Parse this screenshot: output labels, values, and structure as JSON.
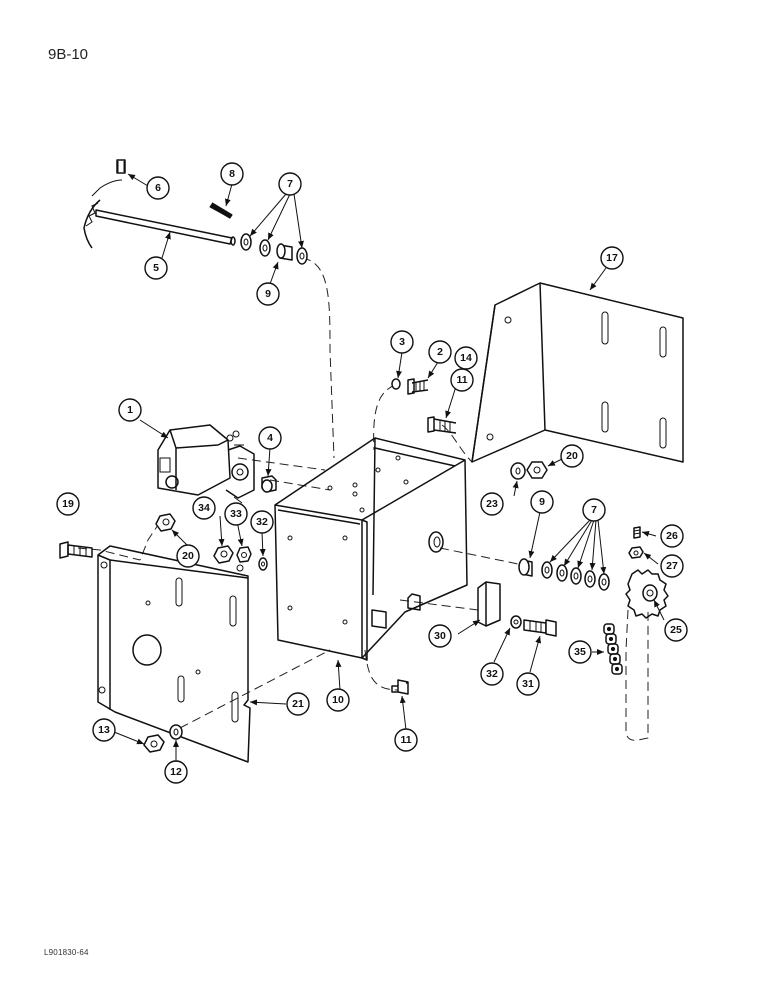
{
  "page": {
    "label": "9B-10",
    "figure_code": "L901830-64"
  },
  "callouts": [
    {
      "id": "c1",
      "num": "1"
    },
    {
      "id": "c2",
      "num": "2"
    },
    {
      "id": "c3",
      "num": "3"
    },
    {
      "id": "c4",
      "num": "4"
    },
    {
      "id": "c5",
      "num": "5"
    },
    {
      "id": "c6",
      "num": "6"
    },
    {
      "id": "c7a",
      "num": "7"
    },
    {
      "id": "c7b",
      "num": "7"
    },
    {
      "id": "c8",
      "num": "8"
    },
    {
      "id": "c9a",
      "num": "9"
    },
    {
      "id": "c9b",
      "num": "9"
    },
    {
      "id": "c10",
      "num": "10"
    },
    {
      "id": "c11a",
      "num": "11"
    },
    {
      "id": "c11b",
      "num": "11"
    },
    {
      "id": "c12",
      "num": "12"
    },
    {
      "id": "c13",
      "num": "13"
    },
    {
      "id": "c14",
      "num": "14"
    },
    {
      "id": "c17",
      "num": "17"
    },
    {
      "id": "c19",
      "num": "19"
    },
    {
      "id": "c20a",
      "num": "20"
    },
    {
      "id": "c20b",
      "num": "20"
    },
    {
      "id": "c21",
      "num": "21"
    },
    {
      "id": "c23",
      "num": "23"
    },
    {
      "id": "c25",
      "num": "25"
    },
    {
      "id": "c26",
      "num": "26"
    },
    {
      "id": "c27",
      "num": "27"
    },
    {
      "id": "c30",
      "num": "30"
    },
    {
      "id": "c31",
      "num": "31"
    },
    {
      "id": "c32a",
      "num": "32"
    },
    {
      "id": "c32b",
      "num": "32"
    },
    {
      "id": "c33",
      "num": "33"
    },
    {
      "id": "c34",
      "num": "34"
    },
    {
      "id": "c35",
      "num": "35"
    }
  ]
}
